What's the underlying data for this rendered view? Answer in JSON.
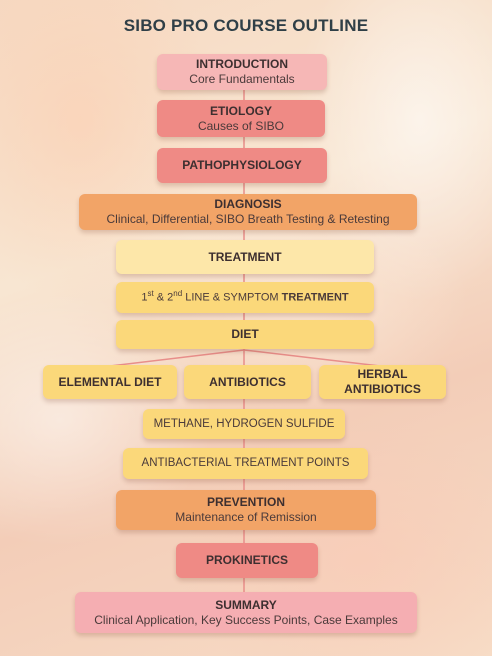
{
  "title": "SIBO PRO COURSE OUTLINE",
  "colors": {
    "connector": "#e88e8a",
    "title": "#2f3f47",
    "pink_light": "#f6b7b6",
    "pink": "#ef8a85",
    "orange": "#f2a467",
    "yellow": "#fbd87a",
    "yellow_pale": "#fde7a9"
  },
  "nodes": {
    "introduction": {
      "heading": "INTRODUCTION",
      "sub": "Core Fundamentals"
    },
    "etiology": {
      "heading": "ETIOLOGY",
      "sub": "Causes of SIBO"
    },
    "pathophysiology": {
      "heading": "PATHOPHYSIOLOGY"
    },
    "diagnosis": {
      "heading": "DIAGNOSIS",
      "sub": "Clinical, Differential, SIBO Breath Testing & Retesting"
    },
    "treatment": {
      "heading": "TREATMENT"
    },
    "line_treatment": {
      "num1": "1",
      "sup1": "st",
      "amp": " & ",
      "num2": "2",
      "sup2": "nd",
      "rest": " LINE & SYMPTOM ",
      "bold": "TREATMENT"
    },
    "diet": {
      "heading": "DIET"
    },
    "elemental_diet": {
      "heading": "ELEMENTAL DIET"
    },
    "antibiotics": {
      "heading": "ANTIBIOTICS"
    },
    "herbal_antibiotics": {
      "line1": "HERBAL",
      "line2": "ANTIBIOTICS"
    },
    "methane": {
      "text": "METHANE, HYDROGEN SULFIDE"
    },
    "antibacterial": {
      "text": "ANTIBACTERIAL TREATMENT POINTS"
    },
    "prevention": {
      "heading": "PREVENTION",
      "sub": "Maintenance of Remission"
    },
    "prokinetics": {
      "heading": "PROKINETICS"
    },
    "summary": {
      "heading": "SUMMARY",
      "sub": "Clinical Application, Key Success Points, Case Examples"
    }
  }
}
